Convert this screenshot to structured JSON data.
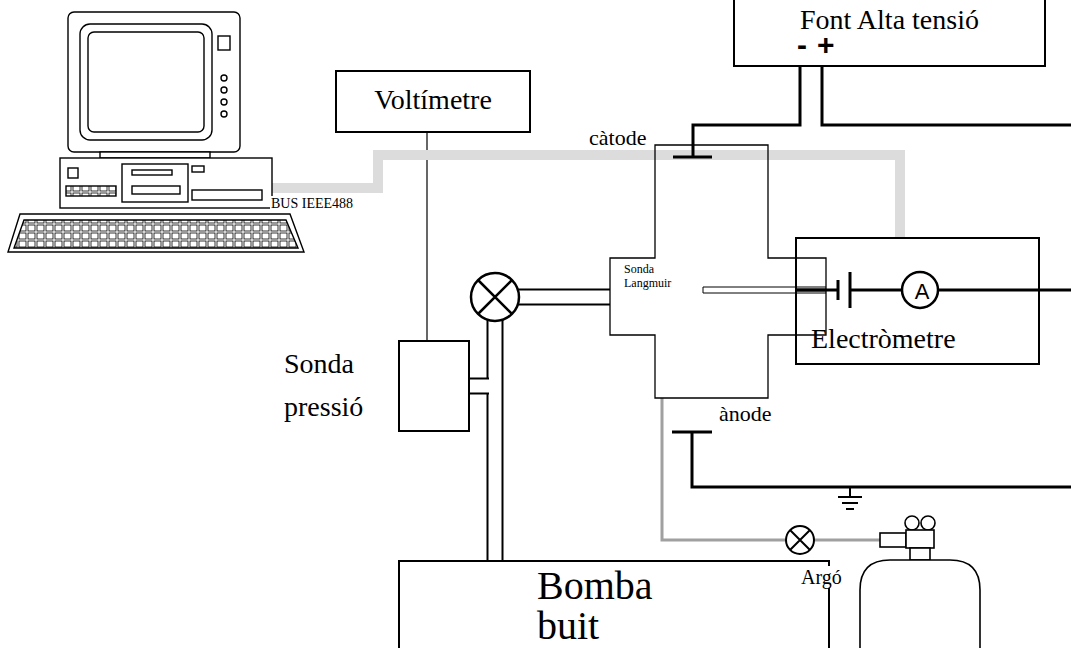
{
  "diagram": {
    "nodes": [
      {
        "text": [
          "Font Alta tensió",
          "-",
          "+"
        ]
      },
      {
        "text": [
          "Voltímetre"
        ]
      },
      {
        "text": [
          "Sonda Langmuir"
        ]
      },
      {
        "text": [
          "Electròmetre",
          "A"
        ]
      },
      {
        "text": [
          "Sonda pressió"
        ]
      },
      {
        "text": [
          "Bomba buit"
        ]
      }
    ],
    "edges": [
      {
        "from": 0,
        "to": 2,
        "arrow": "none"
      },
      {
        "from": 3,
        "to": 2,
        "arrow": "none"
      },
      {
        "from": 1,
        "to": 4,
        "arrow": "none"
      },
      {
        "from": 2,
        "to": 5,
        "arrow": "none"
      },
      {
        "from": 4,
        "to": 5,
        "arrow": "none"
      }
    ],
    "labels": [
      "càtode",
      "ànode",
      "BUS IEEE488",
      "Argó"
    ]
  }
}
